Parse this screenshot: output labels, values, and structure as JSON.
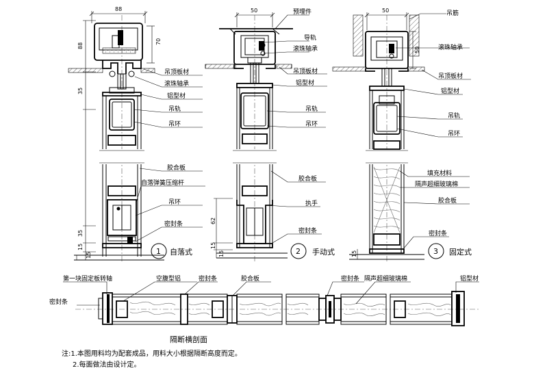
{
  "sections": [
    {
      "id": "1",
      "title": "自落式",
      "dims": {
        "width": "88",
        "top_height": "88",
        "inner_height": "70",
        "d35a": "35",
        "d35b": "35",
        "d15a": "15",
        "d15b": "15"
      },
      "labels": [
        "吊顶板材",
        "滚珠轴承",
        "铝型材",
        "吊轨",
        "吊环",
        "胶合板",
        "自落弹簧压缩杆",
        "吊环",
        "密封条"
      ]
    },
    {
      "id": "2",
      "title": "手动式",
      "dims": {
        "width": "50",
        "d62": "62",
        "d15a": "15",
        "d15b": "15"
      },
      "labels": [
        "预埋件",
        "导轨",
        "滚珠轴承",
        "吊顶板材",
        "铝型材",
        "吊轨",
        "吊环",
        "胶合板",
        "执手",
        "密封条"
      ]
    },
    {
      "id": "3",
      "title": "固定式",
      "dims": {
        "width": "50",
        "d50": "50",
        "d15": "15"
      },
      "labels": [
        "吊筋",
        "滚珠轴承",
        "吊顶板材",
        "铝型材",
        "吊轨",
        "吊环",
        "填充材料",
        "隔声超细玻璃棉",
        "胶合板",
        "密封条"
      ]
    }
  ],
  "plan": {
    "title": "隔断横剖面",
    "labels": [
      "第一块固定板转轴",
      "空腹型铝",
      "密封条",
      "胶合板",
      "密封条",
      "隔声超细玻璃棉",
      "铝型材",
      "密封条"
    ]
  },
  "notes": {
    "n1": "注:1.本图用料均为配套成品，用料大小根据隔断高度而定。",
    "n2": "2.每面做法由设计定。"
  }
}
